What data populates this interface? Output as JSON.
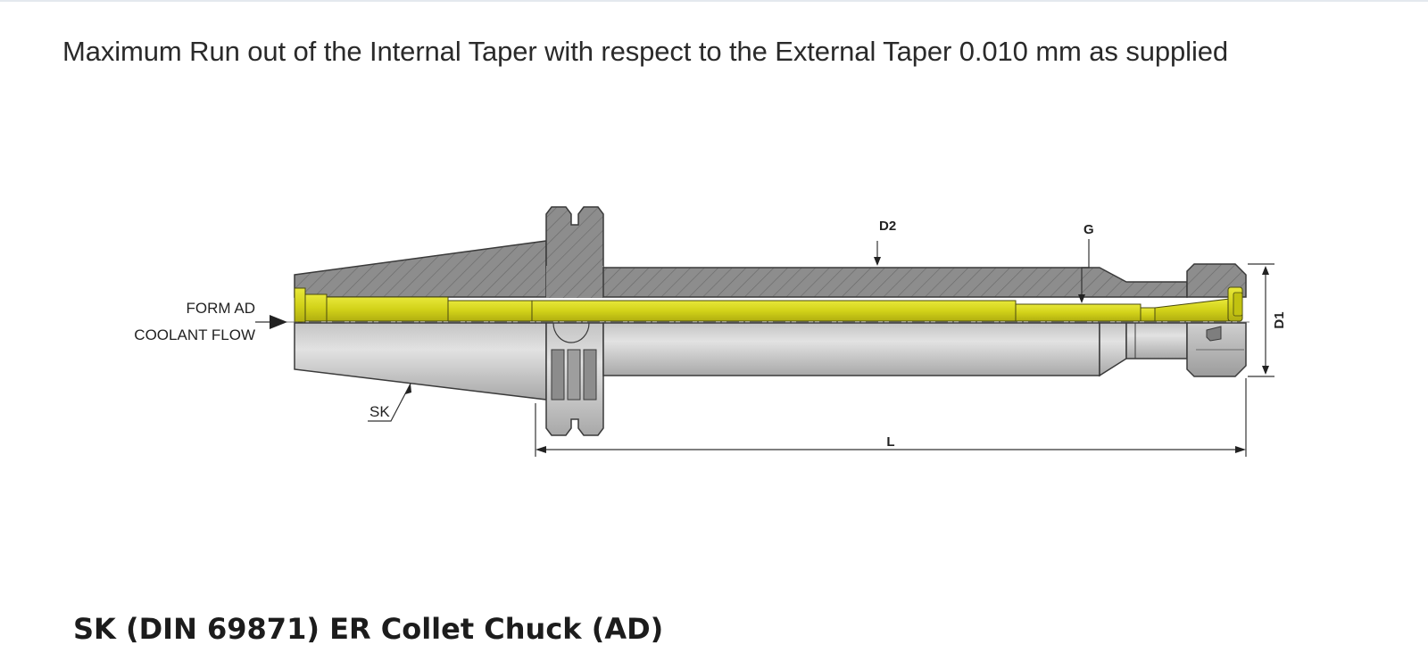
{
  "headline": "Maximum Run out of the Internal Taper with respect to the External Taper 0.010 mm as supplied",
  "product_title": "SK (DIN 69871) ER Collet Chuck (AD)",
  "labels": {
    "form": "FORM AD",
    "coolant": "COOLANT FLOW",
    "sk": "SK",
    "d2": "D2",
    "g": "G",
    "d1": "D1",
    "l": "L"
  },
  "colors": {
    "body_section": "#8c8c8c",
    "body_outline": "#3a3a3a",
    "coolant_channel": "#d2d219",
    "exterior_light": "#d4d4d4",
    "exterior_dark": "#9a9a9a"
  }
}
